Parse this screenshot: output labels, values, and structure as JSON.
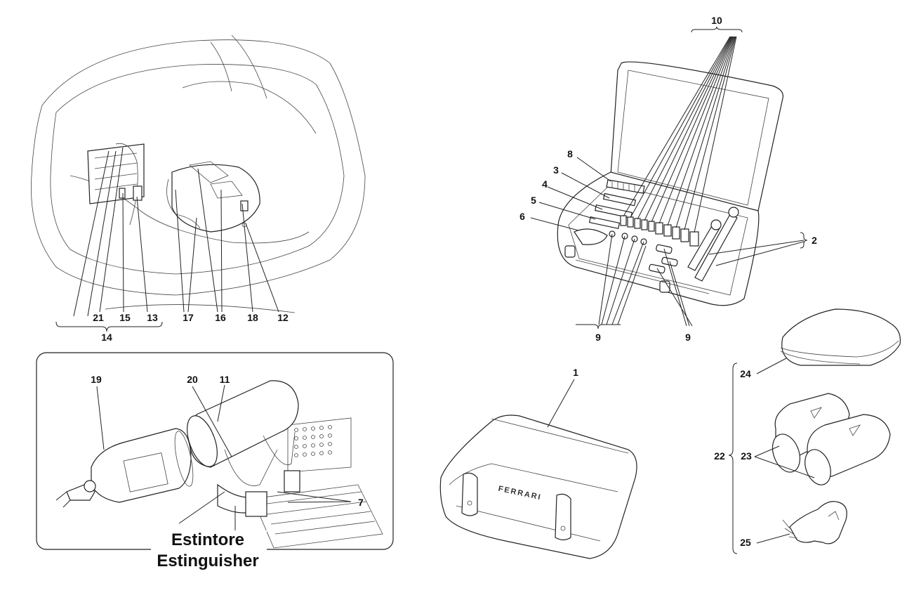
{
  "callouts": {
    "c1": "1",
    "c2": "2",
    "c3": "3",
    "c4": "4",
    "c5": "5",
    "c6": "6",
    "c7": "7",
    "c8": "8",
    "c9a": "9",
    "c9b": "9",
    "c10": "10",
    "c11": "11",
    "c12": "12",
    "c13": "13",
    "c14": "14",
    "c15": "15",
    "c16": "16",
    "c17": "17",
    "c18": "18",
    "c19": "19",
    "c20": "20",
    "c21": "21",
    "c22": "22",
    "c23": "23",
    "c24": "24",
    "c25": "25"
  },
  "inset_caption": {
    "line1": "Estintore",
    "line2": "Estinguisher"
  },
  "toolbag_logo": "FERRARI"
}
